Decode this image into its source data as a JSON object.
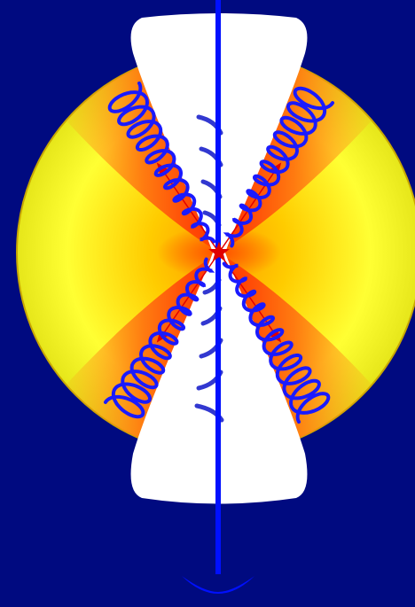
{
  "diagram": {
    "background_color": "#000a80",
    "sphere_outer_color": "#ffff22",
    "sphere_inner_color": "#ffd400",
    "cone_wall_color": "#ff4000",
    "cone_wall_outer_color": "#ff9a20",
    "funnel_color": "#ffffff",
    "jet_color": "#0010ff",
    "helix_color": "#1a1aff",
    "ray_color": "#e00000",
    "star_color": "#e00000",
    "arc_color": "#2a30c8",
    "icons": [
      "central-star-icon",
      "jet-axis",
      "helical-field-lines",
      "emission-arrows",
      "shock-arcs"
    ]
  }
}
